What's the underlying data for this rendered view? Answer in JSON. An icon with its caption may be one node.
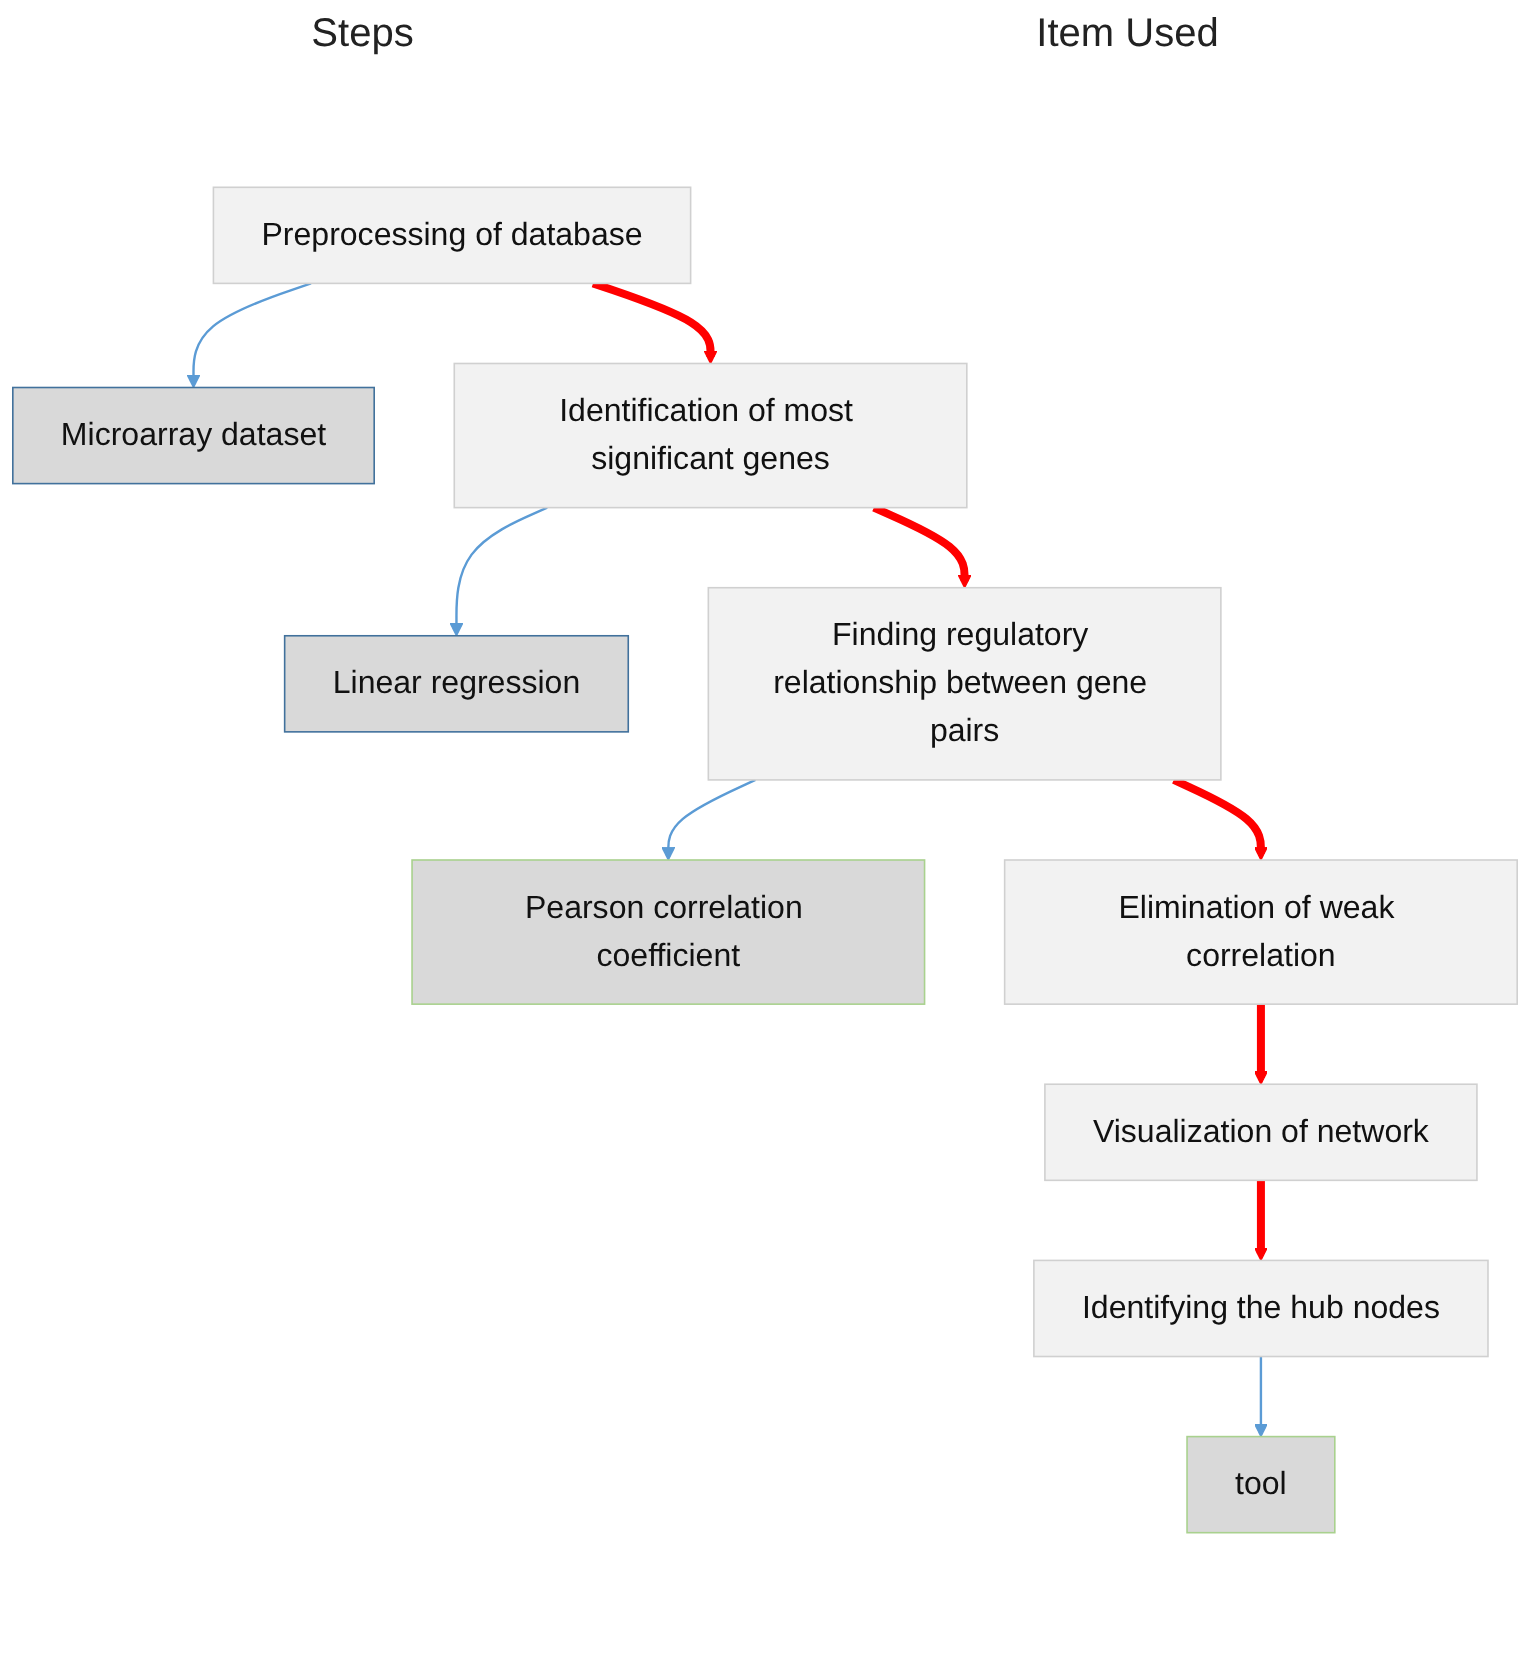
{
  "diagram": {
    "nodes": [
      {
        "text": [
          "Preprocessing of database"
        ]
      },
      {
        "text": [
          "Microarray dataset"
        ]
      },
      {
        "text": [
          "Identification of most significant genes"
        ]
      },
      {
        "text": [
          "Linear regression"
        ]
      },
      {
        "text": [
          "Finding regulatory relationship between gene pairs"
        ]
      },
      {
        "text": [
          "Pearson correlation coefficient"
        ]
      },
      {
        "text": [
          "Elimination of weak correlation"
        ]
      },
      {
        "text": [
          "tool"
        ]
      },
      {
        "text": [
          "Visualization of network"
        ]
      },
      {
        "text": [
          "Identifying the hub nodes"
        ]
      }
    ],
    "edges": [
      {
        "from": 0,
        "to": 1,
        "arrow": "to",
        "color": "#5b9bd5"
      },
      {
        "from": 0,
        "to": 2,
        "arrow": "to"
      },
      {
        "from": 2,
        "to": 3,
        "arrow": "to",
        "color": "#5b9bd5"
      },
      {
        "from": 2,
        "to": 4,
        "arrow": "to"
      },
      {
        "from": 4,
        "to": 5,
        "arrow": "to",
        "color": "#5b9bd5"
      },
      {
        "from": 4,
        "to": 6,
        "arrow": "to"
      },
      {
        "from": 6,
        "to": 8,
        "arrow": "to"
      },
      {
        "from": 8,
        "to": 9,
        "arrow": "to"
      },
      {
        "from": 9,
        "to": 7,
        "arrow": "to",
        "color": "#5b9bd5"
      }
    ],
    "labels": [
      "Steps",
      "Item Used"
    ]
  }
}
